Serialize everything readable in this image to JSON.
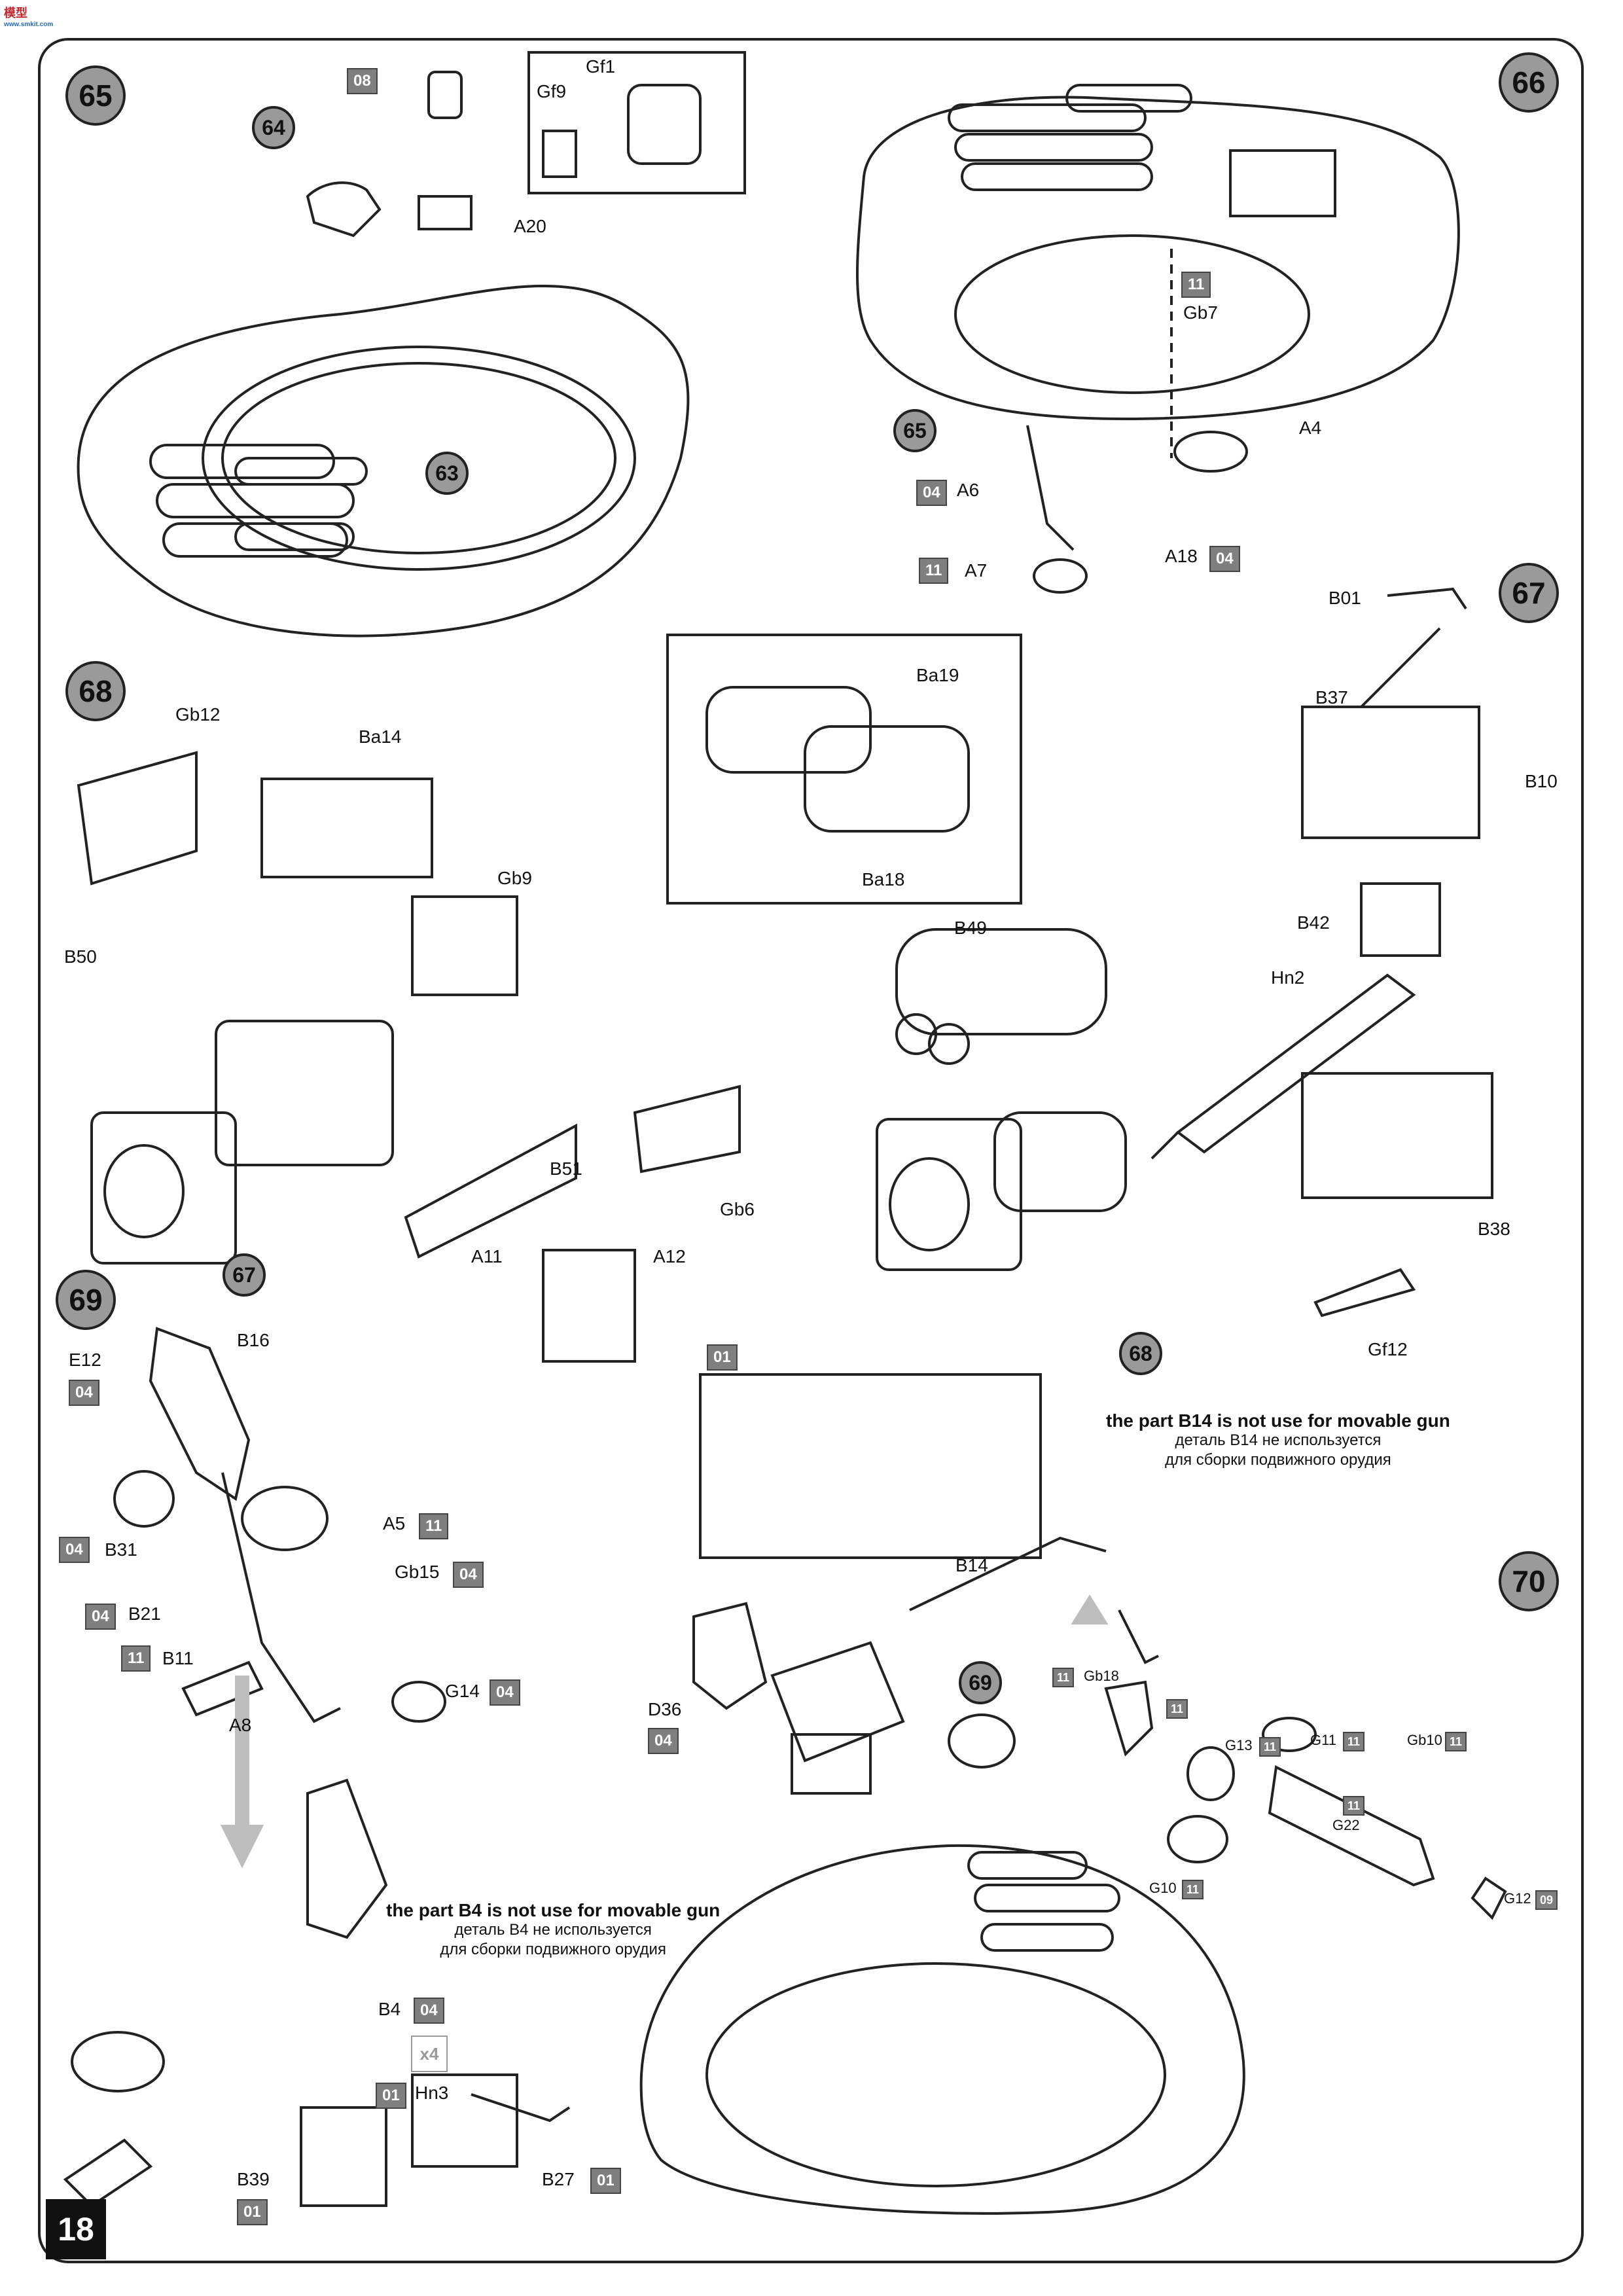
{
  "watermark": {
    "main": "模型",
    "sub": "www.smkit.com"
  },
  "page_number": "18",
  "steps": {
    "s65": "65",
    "s66": "66",
    "s67": "67",
    "s68": "68",
    "s69": "69",
    "s70": "70"
  },
  "refs": {
    "r64": "64",
    "r63": "63",
    "r65": "65",
    "r67": "67",
    "r68": "68",
    "r69": "69"
  },
  "parts": {
    "Gf1": "Gf1",
    "Gf9": "Gf9",
    "A20": "A20",
    "A4": "A4",
    "A6": "A6",
    "A7": "A7",
    "A18": "A18",
    "Gb7": "Gb7",
    "B01": "B01",
    "B37": "B37",
    "B10": "B10",
    "Gb12": "Gb12",
    "Ba14": "Ba14",
    "Gb9": "Gb9",
    "B50": "B50",
    "B51": "B51",
    "Gb6": "Gb6",
    "A11": "A11",
    "A12": "A12",
    "Ba19": "Ba19",
    "Ba18": "Ba18",
    "B49": "B49",
    "B42": "B42",
    "Hn2": "Hn2",
    "B38": "B38",
    "Gf12": "Gf12",
    "E12": "E12",
    "B16": "B16",
    "B31": "B31",
    "A5": "A5",
    "Gb15": "Gb15",
    "B21": "B21",
    "B11": "B11",
    "G14": "G14",
    "A8": "A8",
    "B4": "B4",
    "Hn3": "Hn3",
    "B39": "B39",
    "B27": "B27",
    "B14": "B14",
    "D36": "D36",
    "Gb18": "Gb18",
    "G13": "G13",
    "G11": "G11",
    "Gb10": "Gb10",
    "G22": "G22",
    "G10": "G10",
    "G12": "G12"
  },
  "paint_codes": {
    "p08": "08",
    "p11_gb7": "11",
    "p04_a6": "04",
    "p11_a7": "11",
    "p04_a18": "04",
    "p04_e12": "04",
    "p04_b31": "04",
    "p11_a5": "11",
    "p04_gb15": "04",
    "p04_b21": "04",
    "p11_b11": "11",
    "p04_g14": "04",
    "p04_b4": "04",
    "p01_hn3": "01",
    "p01_b39": "01",
    "p01_b27": "01",
    "p01_68": "01",
    "p04_d36": "04",
    "p11_gb18": "11",
    "p11_a": "11",
    "p11_g13": "11",
    "p11_g11": "11",
    "p11_gb10": "11",
    "p11_b": "11",
    "p11_g10": "11",
    "p09_g12": "09"
  },
  "notes": {
    "b14_en": "the part B14 is not use for movable gun",
    "b14_ru1": "деталь B14 не используется",
    "b14_ru2": "для сборки подвижного орудия",
    "b4_en": "the part B4 is not use for movable gun",
    "b4_ru1": "деталь B4 не используется",
    "b4_ru2": "для сборки подвижного орудия"
  },
  "quantity": "x4"
}
